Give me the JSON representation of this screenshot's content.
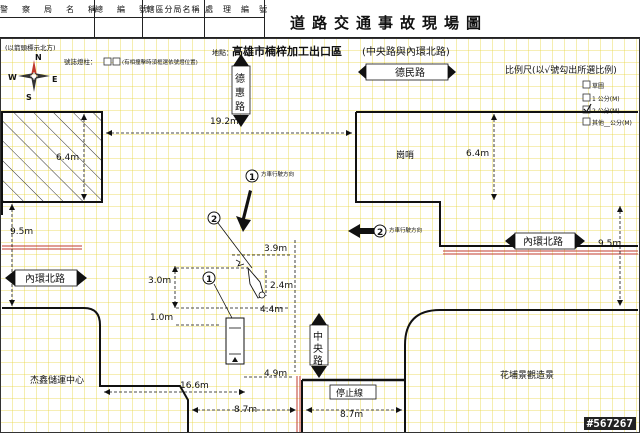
{
  "header": {
    "cells": [
      "警　察　局　名　稱",
      "總　編　號",
      "轄區分局名稱",
      "處　理　編　號"
    ],
    "title": "道路交通事故現場圖"
  },
  "legend": {
    "north_note": "(以箭頭標示北方)",
    "signal_label": "號誌燈柱：",
    "signal_note": "(有相撞擊時須框選依號燈位置)",
    "compass": {
      "n": "N",
      "e": "E",
      "w": "W",
      "s": "S"
    }
  },
  "location": {
    "prefix": "地點：",
    "name": "高雄市楠梓加工出口區",
    "detail": "(中央路與內環北路)"
  },
  "scale": {
    "title": "比例尺(以√號勾出所選比例)",
    "options": [
      "草圖",
      "1 公分(M)",
      "2 公分(M)",
      "其他__公分(M)"
    ],
    "checked_index": 2
  },
  "streets": {
    "deming": "德民路",
    "dehui": "德惠路",
    "neihuan_left": "內環北路",
    "neihuan_right": "內環北路",
    "zhongyang": "中央路"
  },
  "buildings": {
    "shangshao": "崗哨",
    "jiexin": "杰鑫儲運中心",
    "huapu": "花埔景觀造景"
  },
  "markings": {
    "stop_line": "停止線"
  },
  "vehicles": {
    "v1": {
      "num": "1",
      "label": "方車行駛方向"
    },
    "v2": {
      "num": "2",
      "label": "方車行駛方向"
    },
    "marker1": "1",
    "marker2": "2"
  },
  "measurements": {
    "m19_2": "19.2m",
    "m6_4_left": "6.4m",
    "m6_4_right": "6.4m",
    "m9_5_left": "9.5m",
    "m9_5_right": "9.5m",
    "m3_9": "3.9m",
    "m2_4": "2.4m",
    "m3_0": "3.0m",
    "m4_4": "4.4m",
    "m1_0": "1.0m",
    "m4_9": "4.9m",
    "m16_6": "16.6m",
    "m8_7_left": "8.7m",
    "m8_7_right": "8.7m"
  },
  "image_id": "#567267",
  "colors": {
    "grid": "#e6d43a",
    "line": "#111111",
    "curb": "#c0392b"
  }
}
